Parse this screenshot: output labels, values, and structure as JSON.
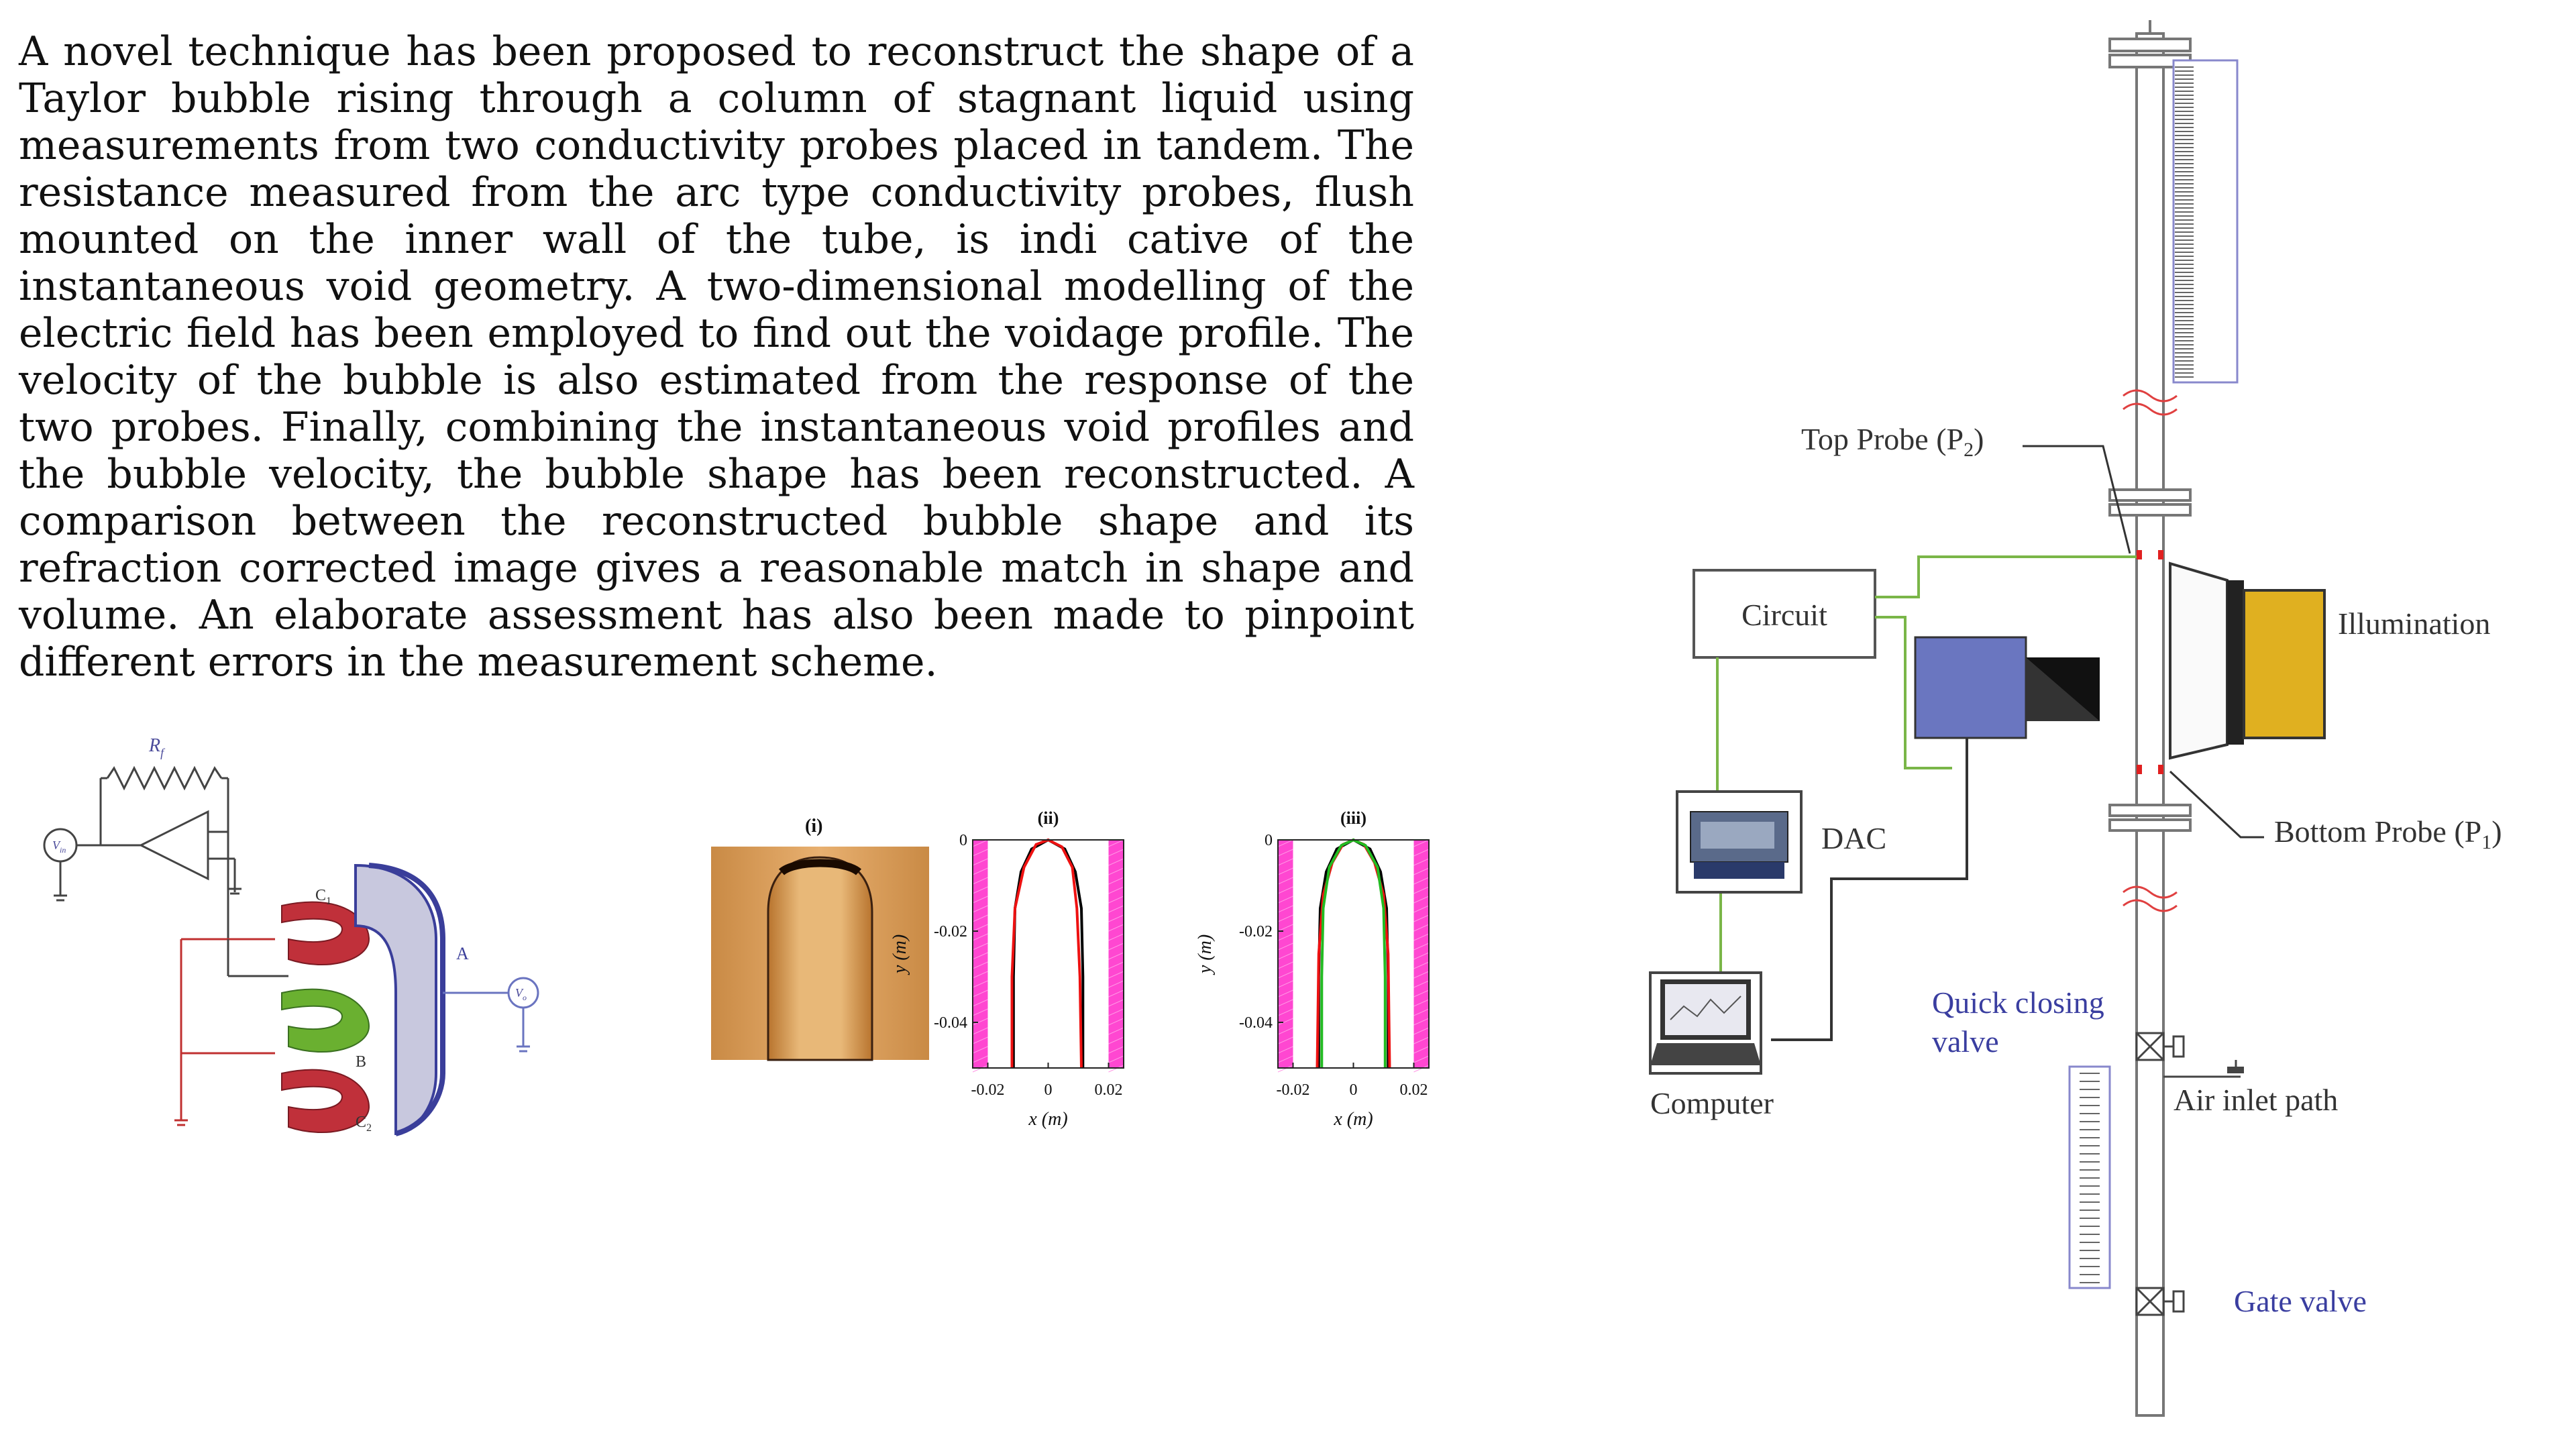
{
  "abstract": {
    "text": "A novel technique has been proposed to reconstruct the shape of a Taylor bubble rising through a column of stagnant liquid using measurements from two conductivity probes placed in tandem. The resistance measured from the arc type conductivity probes, flush mounted on the inner wall of the tube, is indi cative of the instantaneous void geometry. A two-dimensional modelling of the electric field has been employed to find out the voidage profile. The velocity of the bubble is also estimated from the response of the two probes. Finally, combining the instantaneous void profiles and the bubble velocity, the bubble shape has been reconstructed. A comparison between the reconstructed bubble shape and its refraction corrected image gives a reasonable match in shape and volume. An elaborate assessment has also been made to pinpoint different errors in the measurement scheme."
  },
  "probe_circuit": {
    "rf_label": "R",
    "rf_sub": "f",
    "vin_label": "V",
    "vin_sub": "in",
    "vo_label": "V",
    "vo_sub": "o",
    "c1_label": "C",
    "c1_sub": "1",
    "c2_label": "C",
    "c2_sub": "2",
    "b_label": "B",
    "a_label": "A",
    "colors": {
      "ring_red": "#c0303a",
      "ring_green": "#6ab030",
      "electrode_blue": "#3a3e9a",
      "wire_red": "#c03030"
    }
  },
  "bubble_photo": {
    "panel_label": "(i)"
  },
  "chart_data": [
    {
      "type": "line",
      "panel_label": "(ii)",
      "xlabel": "x (m)",
      "ylabel": "y (m)",
      "xlim": [
        -0.025,
        0.025
      ],
      "ylim": [
        -0.05,
        0
      ],
      "xticks": [
        "-0.02",
        "0",
        "0.02"
      ],
      "yticks": [
        "0",
        "-0.02",
        "-0.04"
      ],
      "wall_color": "#ff33cc",
      "series": [
        {
          "color": "#000000",
          "points": [
            [
              -0.0115,
              -0.05
            ],
            [
              -0.0115,
              -0.03
            ],
            [
              -0.011,
              -0.015
            ],
            [
              -0.009,
              -0.007
            ],
            [
              -0.0055,
              -0.002
            ],
            [
              0,
              0
            ],
            [
              0.0055,
              -0.002
            ],
            [
              0.009,
              -0.007
            ],
            [
              0.011,
              -0.015
            ],
            [
              0.0115,
              -0.03
            ],
            [
              0.0115,
              -0.05
            ]
          ]
        },
        {
          "color": "#ee1111",
          "points": [
            [
              -0.012,
              -0.05
            ],
            [
              -0.012,
              -0.03
            ],
            [
              -0.011,
              -0.015
            ],
            [
              -0.008,
              -0.006
            ],
            [
              -0.004,
              -0.001
            ],
            [
              0,
              0
            ],
            [
              0.0045,
              -0.0015
            ],
            [
              0.008,
              -0.006
            ],
            [
              0.0095,
              -0.015
            ],
            [
              0.0105,
              -0.03
            ],
            [
              0.011,
              -0.05
            ]
          ]
        }
      ]
    },
    {
      "type": "line",
      "panel_label": "(iii)",
      "xlabel": "x (m)",
      "ylabel": "y (m)",
      "xlim": [
        -0.025,
        0.025
      ],
      "ylim": [
        -0.05,
        0
      ],
      "xticks": [
        "-0.02",
        "0",
        "0.02"
      ],
      "yticks": [
        "0",
        "-0.02",
        "-0.04"
      ],
      "wall_color": "#ff33cc",
      "series": [
        {
          "color": "#000000",
          "points": [
            [
              -0.0115,
              -0.05
            ],
            [
              -0.0115,
              -0.03
            ],
            [
              -0.011,
              -0.015
            ],
            [
              -0.009,
              -0.007
            ],
            [
              -0.0055,
              -0.002
            ],
            [
              0,
              0
            ],
            [
              0.0055,
              -0.002
            ],
            [
              0.009,
              -0.007
            ],
            [
              0.011,
              -0.015
            ],
            [
              0.0115,
              -0.03
            ],
            [
              0.0115,
              -0.05
            ]
          ]
        },
        {
          "color": "#ee1111",
          "points": [
            [
              -0.012,
              -0.05
            ],
            [
              -0.0115,
              -0.025
            ],
            [
              -0.01,
              -0.012
            ],
            [
              -0.007,
              -0.005
            ],
            [
              -0.0035,
              -0.001
            ],
            [
              0,
              0
            ],
            [
              0.0035,
              -0.001
            ],
            [
              0.007,
              -0.005
            ],
            [
              0.01,
              -0.012
            ],
            [
              0.0115,
              -0.025
            ],
            [
              0.012,
              -0.05
            ]
          ]
        },
        {
          "color": "#22bb22",
          "points": [
            [
              -0.0105,
              -0.05
            ],
            [
              -0.0105,
              -0.03
            ],
            [
              -0.01,
              -0.015
            ],
            [
              -0.008,
              -0.006
            ],
            [
              -0.004,
              -0.0012
            ],
            [
              0,
              0
            ],
            [
              0.004,
              -0.0012
            ],
            [
              0.008,
              -0.006
            ],
            [
              0.01,
              -0.015
            ],
            [
              0.0105,
              -0.03
            ],
            [
              0.0105,
              -0.05
            ]
          ]
        }
      ]
    }
  ],
  "setup": {
    "top_probe_label": "Top Probe (P",
    "top_probe_sub": "2",
    "bottom_probe_label": "Bottom Probe (P",
    "bottom_probe_sub": "1",
    "circuit_label": "Circuit",
    "illumination_label": "Illumination",
    "dac_label": "DAC",
    "computer_label": "Computer",
    "quick_valve_line1": "Quick closing",
    "quick_valve_line2": "valve",
    "air_inlet_label": "Air inlet path",
    "gate_valve_label": "Gate valve",
    "colors": {
      "wire_green": "#7ab648",
      "camera_blue": "#6a76c0",
      "illumination_yellow": "#e0b020",
      "valve_text_blue": "#3a3ea0"
    }
  }
}
